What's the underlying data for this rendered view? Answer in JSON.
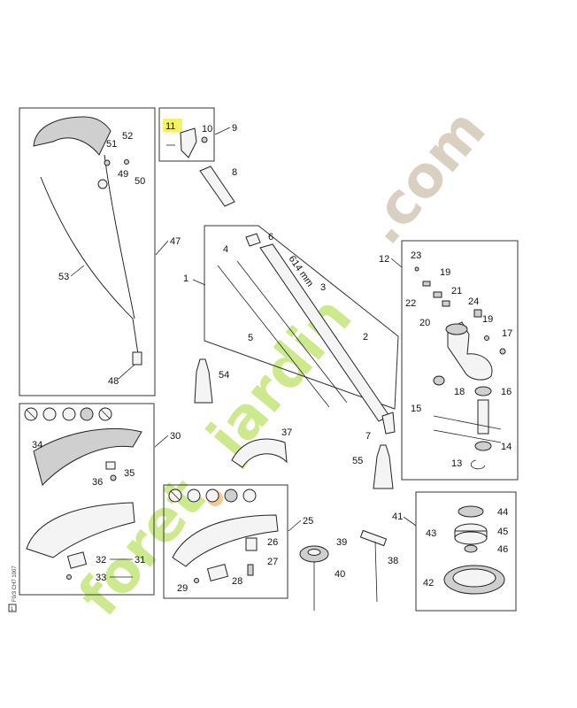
{
  "watermark": {
    "text_part1": "foret",
    "text_part2": "jardin",
    "text_part3": ".com",
    "color_green": "#c5e57a",
    "color_orange": "#f5bf7a",
    "color_tan": "#d2c8b8"
  },
  "highlight_color": "#f3f36a",
  "callouts": {
    "c1": "1",
    "c2": "2",
    "c3": "3",
    "c4": "4",
    "c5": "5",
    "c6": "6",
    "c7": "7",
    "c8": "8",
    "c9": "9",
    "c10": "10",
    "c11": "11",
    "c12": "12",
    "c13": "13",
    "c14": "14",
    "c15": "15",
    "c16": "16",
    "c17": "17",
    "c18": "18",
    "c19a": "19",
    "c19b": "19",
    "c20": "20",
    "c21": "21",
    "c22": "22",
    "c23": "23",
    "c24": "24",
    "c25": "25",
    "c26": "26",
    "c27": "27",
    "c28": "28",
    "c29": "29",
    "c30": "30",
    "c31": "31",
    "c32": "32",
    "c33": "33",
    "c34": "34",
    "c35": "35",
    "c36": "36",
    "c37": "37",
    "c38": "38",
    "c39": "39",
    "c40": "40",
    "c41": "41",
    "c42": "42",
    "c43": "43",
    "c44": "44",
    "c45": "45",
    "c46": "46",
    "c47": "47",
    "c48": "48",
    "c49": "49",
    "c50": "50",
    "c51": "51",
    "c52": "52",
    "c53": "53",
    "c54": "54",
    "c55": "55"
  },
  "shaft_length_label": "614 mm",
  "sidebar_code": "F0/3 CH7 1007",
  "sidebar_box": "1"
}
